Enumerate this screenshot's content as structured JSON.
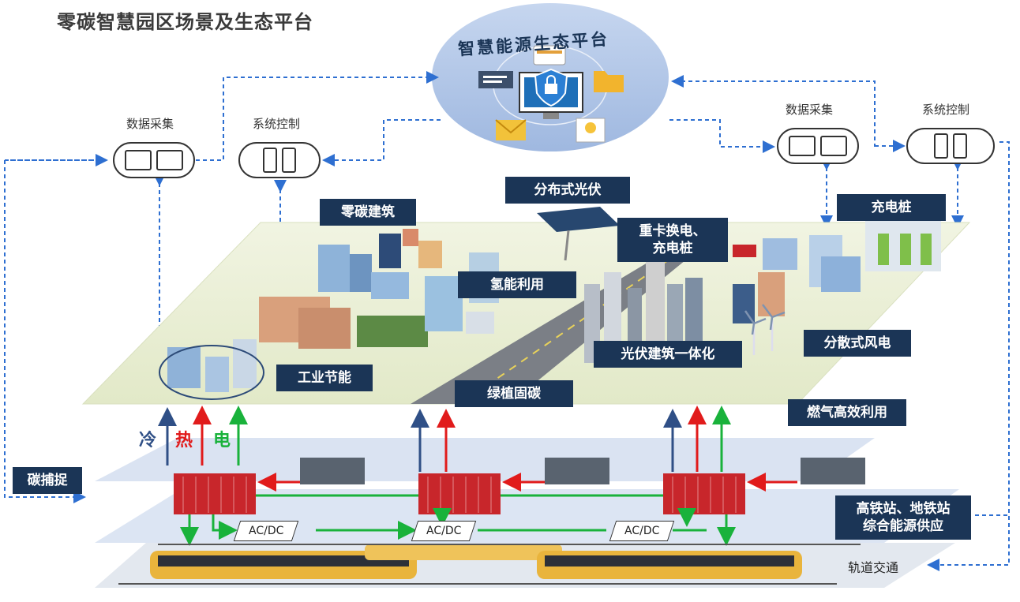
{
  "title": "零碳智慧园区场景及生态平台",
  "platform": {
    "title": "智慧能源生态平台",
    "icons": [
      "chat-icon",
      "shield-lock-icon",
      "folder-icon",
      "card-icon",
      "mail-icon",
      "bulb-icon",
      "monitor-icon"
    ]
  },
  "left_group": {
    "data_collect": "数据采集",
    "system_control": "系统控制"
  },
  "right_group": {
    "data_collect": "数据采集",
    "system_control": "系统控制"
  },
  "labels": {
    "zero_carbon_building": "零碳建筑",
    "distributed_pv": "分布式光伏",
    "truck_swap": "重卡换电、\n充电桩",
    "truck_swap_line1": "重卡换电、",
    "truck_swap_line2": "充电桩",
    "charging_pile": "充电桩",
    "hydrogen": "氢能利用",
    "industrial_saving": "工业节能",
    "bipv": "光伏建筑一体化",
    "distributed_wind": "分散式风电",
    "green_carbon_sink": "绿植固碳",
    "gas_efficiency": "燃气高效利用",
    "carbon_capture": "碳捕捉",
    "rail_energy_line1": "高铁站、地铁站",
    "rail_energy_line2": "综合能源供应",
    "rail_transit": "轨道交通"
  },
  "flow_labels": {
    "cold": "冷",
    "heat": "热",
    "power": "电"
  },
  "converters": [
    "AC/DC",
    "AC/DC",
    "AC/DC"
  ],
  "colors": {
    "cold": "#2f4f86",
    "heat": "#e11b1b",
    "power": "#19b23b",
    "label_bg": "#1b3556",
    "dashed": "#2e6fd1",
    "platform_fill": "#b9cbe8",
    "layer_fill": "#cfdcef",
    "ground_fill": "#edf2dc",
    "unit_red": "#c8262b"
  }
}
